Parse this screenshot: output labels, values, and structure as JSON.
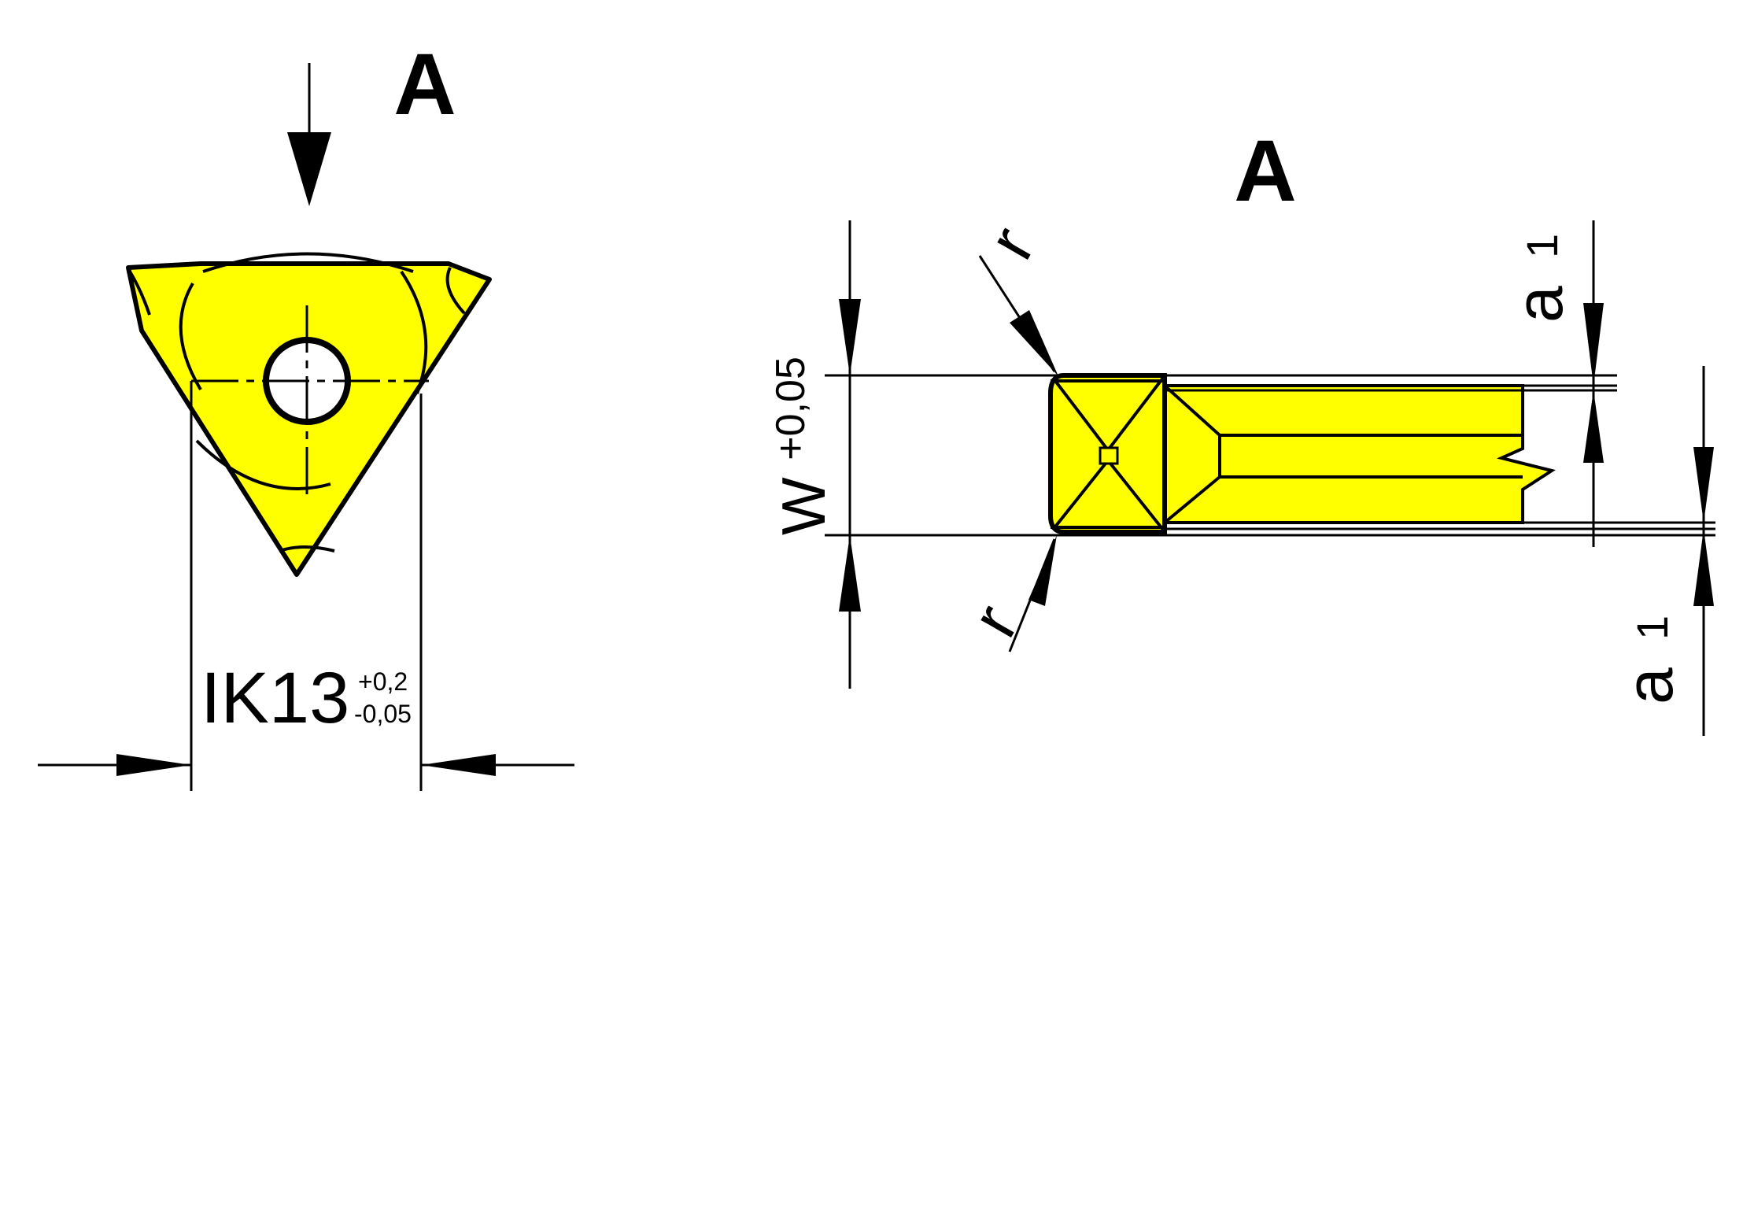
{
  "colors": {
    "insert_fill": "#ffff00",
    "line": "#000000",
    "background": "#ffffff"
  },
  "front_view": {
    "view_label": "A",
    "dimension": {
      "main": "IK13",
      "upper_tolerance": "+0,2",
      "lower_tolerance": "-0,05"
    }
  },
  "side_view": {
    "view_label": "A",
    "width_dimension": {
      "main": "W",
      "tolerance": "+0,05"
    },
    "radius_top_label": "r",
    "radius_bottom_label": "r",
    "offset_top_label": {
      "main": "a",
      "subscript": "1"
    },
    "offset_bottom_label": {
      "main": "a",
      "subscript": "1"
    }
  }
}
